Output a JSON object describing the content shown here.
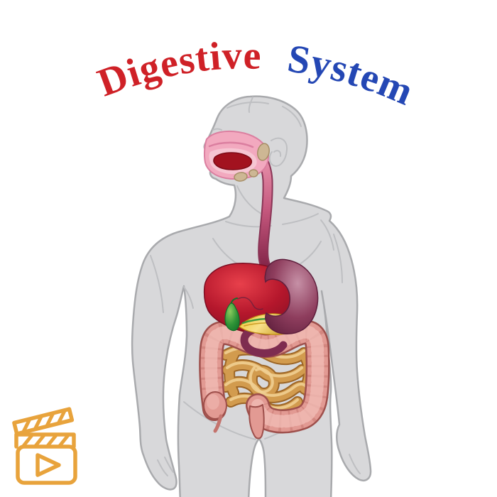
{
  "title": {
    "word_red": "Digestive",
    "word_blue": "System"
  },
  "illustration": {
    "subject": "Human digestive system anatomy shown inside a light gray male body silhouette facing left",
    "organs": [
      "oral cavity",
      "tongue",
      "salivary glands",
      "esophagus",
      "liver",
      "stomach",
      "gallbladder",
      "pancreas",
      "duodenum",
      "small intestine",
      "large intestine",
      "cecum",
      "appendix",
      "rectum"
    ]
  },
  "icons": {
    "clapperboard": "clapperboard-play-icon"
  },
  "colors": {
    "background": "#FFFFFF",
    "title_red": "#CF2127",
    "title_blue": "#2447B4",
    "body_fill": "#D8D8DA",
    "body_outline": "#A9AAAD",
    "body_sketch": "#BEBFC2",
    "oral_pink": "#F2A9BF",
    "oral_pink_deep": "#DB7FA0",
    "oral_light": "#F6C6D3",
    "tongue": "#A2121F",
    "tongue_dark": "#7C0A16",
    "salivary": "#CDB794",
    "salivary_outline": "#A68E66",
    "esoph_top": "#EE9DB4",
    "esoph_mid": "#C4577D",
    "esoph_bottom": "#7B1F42",
    "esoph_edge": "#8A3556",
    "liver_light": "#E8404B",
    "liver_main": "#B5172C",
    "liver_dark": "#7C0E22",
    "stomach_light": "#C690A6",
    "stomach_main": "#8E3D5D",
    "stomach_dark": "#5F1F3D",
    "duodenum": "#7E2C50",
    "gall_light": "#8CCB5E",
    "gall_main": "#2F9437",
    "gall_dark": "#137029",
    "pancreas_light": "#F8E089",
    "pancreas_main": "#EFC52F",
    "pancreas_dark": "#C28F12",
    "colon_light": "#F2BEB7",
    "colon_main": "#E29A93",
    "colon_dark": "#C4736D",
    "colon_deep": "#9E4F4B",
    "si_light": "#F0CF92",
    "si_main": "#D29B4E",
    "si_dark": "#9C6526",
    "icon_orange": "#E8A33C"
  }
}
